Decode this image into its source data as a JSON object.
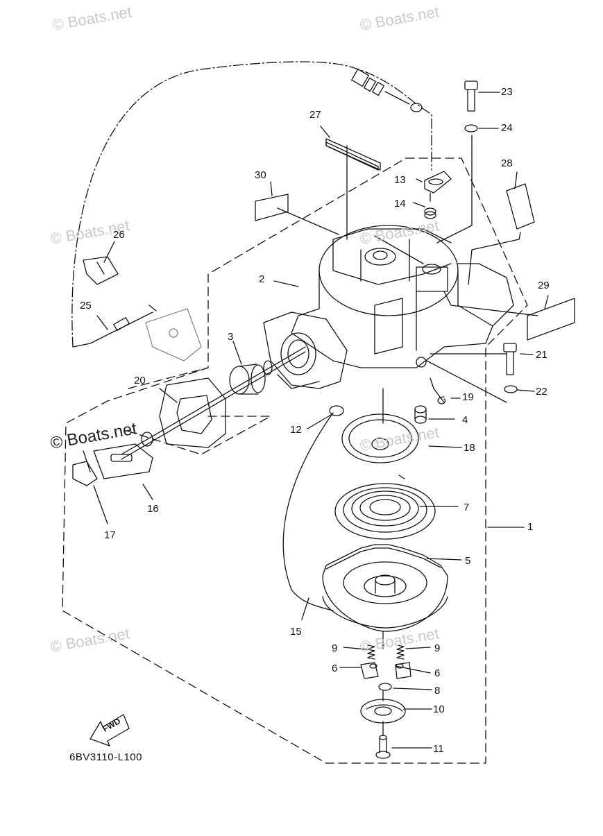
{
  "watermarks": [
    "© Boats.net",
    "© Boats.net",
    "© Boats.net",
    "© Boats.net",
    "© Boats.net",
    "© Boats.net",
    "© Boats.net",
    "© Boats.net"
  ],
  "diagram_code": "6BV3110-L100",
  "fwd_label": "FWD",
  "callouts": [
    "1",
    "2",
    "3",
    "4",
    "5",
    "6",
    "6",
    "7",
    "8",
    "9",
    "9",
    "10",
    "11",
    "12",
    "13",
    "14",
    "15",
    "16",
    "17",
    "18",
    "19",
    "20",
    "21",
    "22",
    "23",
    "24",
    "25",
    "26",
    "27",
    "28",
    "29",
    "30"
  ]
}
